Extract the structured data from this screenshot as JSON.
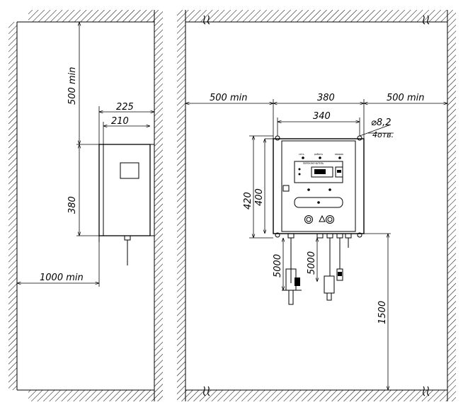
{
  "left_view": {
    "dims": {
      "clearance_top": "500 min",
      "depth_total": "225",
      "depth_body": "210",
      "height": "380",
      "clearance_floor": "1000 min"
    }
  },
  "front_view": {
    "dims": {
      "clearance_left": "500 min",
      "width": "380",
      "clearance_right": "500 min",
      "mount_spacing": "340",
      "hole_diameter": "⌀8,2",
      "hole_count": "4отв.",
      "total_height": "420",
      "body_height": "400",
      "cable_left": "5000",
      "cable_right": "5000",
      "mount_height": "1500"
    }
  }
}
